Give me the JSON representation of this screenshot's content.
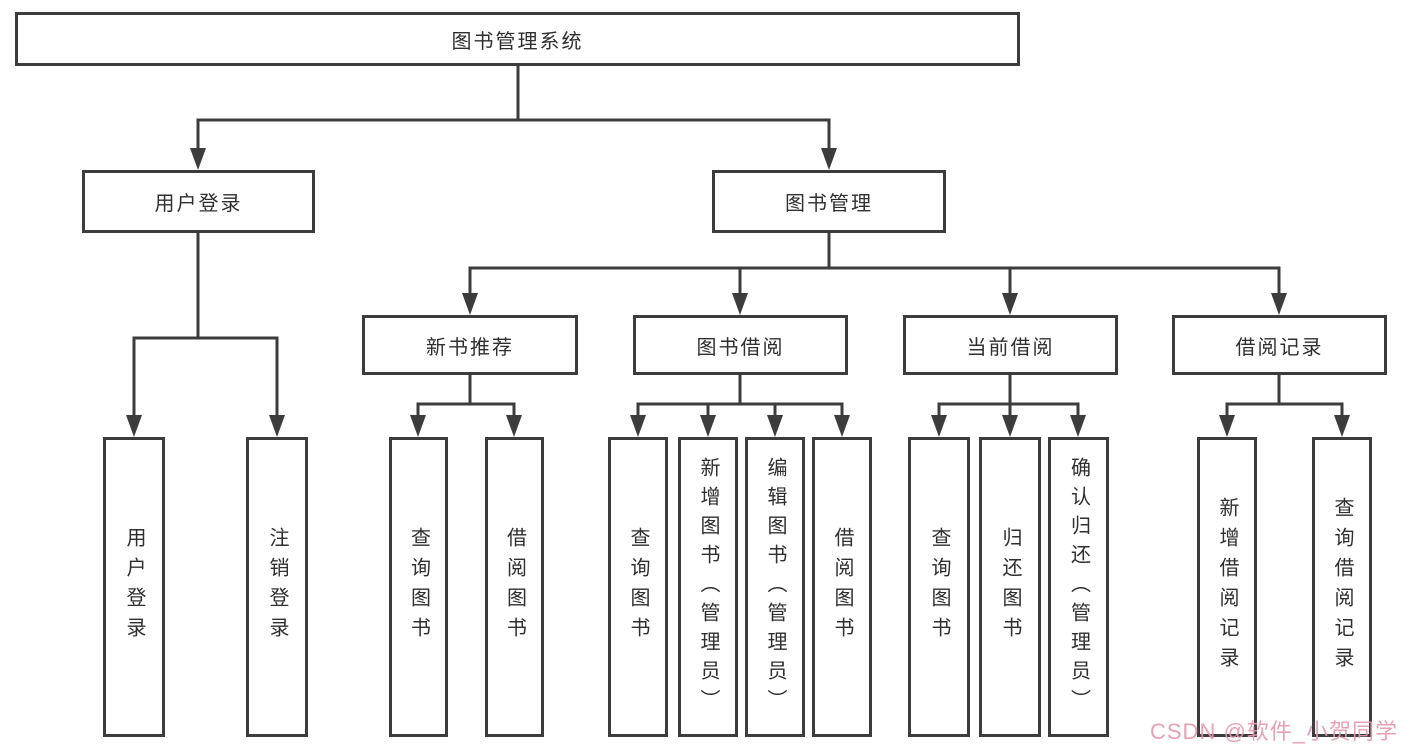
{
  "diagram_type": "hierarchy-tree",
  "tree": {
    "label": "图书管理系统",
    "children": [
      {
        "label": "用户登录",
        "children": [
          {
            "label": "用户登录"
          },
          {
            "label": "注销登录"
          }
        ]
      },
      {
        "label": "图书管理",
        "children": [
          {
            "label": "新书推荐",
            "children": [
              {
                "label": "查询图书"
              },
              {
                "label": "借阅图书"
              }
            ]
          },
          {
            "label": "图书借阅",
            "children": [
              {
                "label": "查询图书"
              },
              {
                "label": "新增图书（管理员）"
              },
              {
                "label": "编辑图书（管理员）"
              },
              {
                "label": "借阅图书"
              }
            ]
          },
          {
            "label": "当前借阅",
            "children": [
              {
                "label": "查询图书"
              },
              {
                "label": "归还图书"
              },
              {
                "label": "确认归还（管理员）"
              }
            ]
          },
          {
            "label": "借阅记录",
            "children": [
              {
                "label": "新增借阅记录"
              },
              {
                "label": "查询借阅记录"
              }
            ]
          }
        ]
      }
    ]
  },
  "watermark": {
    "text": "CSDN @软件_小贺同学",
    "color": "#e599ad"
  },
  "colors": {
    "line": "#3c3c3c",
    "box_border": "#3c3c3c",
    "text": "#2f2f2f",
    "background": "#ffffff"
  }
}
